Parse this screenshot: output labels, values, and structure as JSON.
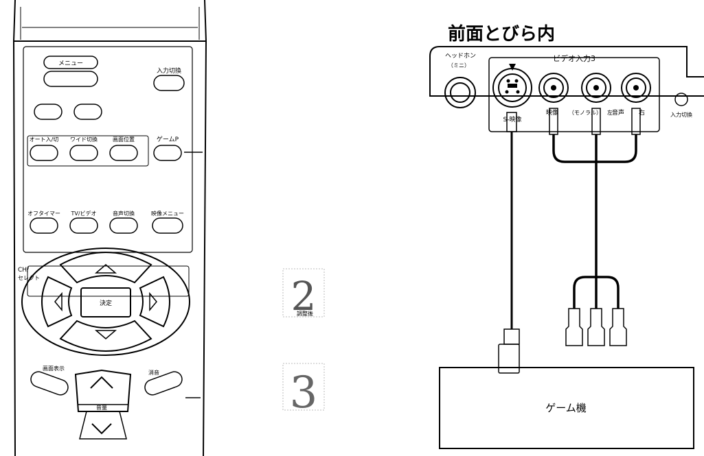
{
  "remote": {
    "menu_label": "メニュー",
    "input_switch_label": "入力切換",
    "auto_input_label": "オート入/切",
    "wide_label": "ワイド切換",
    "screen_position_label": "画面位置",
    "game_p_label": "ゲームP",
    "off_timer_label": "オフタイマー",
    "tv_video_label": "TV/ビデオ",
    "audio_switch_label": "音声切換",
    "picture_menu_label": "映像メニュー",
    "ch_select_label_1": "CH/",
    "ch_select_label_2": "セレクト",
    "enter_label": "決定",
    "display_label": "画面表示",
    "mute_label": "消音",
    "volume_label": "音量"
  },
  "steps": {
    "step2_number": "2",
    "step2_sublabel": "調整後",
    "step3_number": "3"
  },
  "panel": {
    "title": "前面とびら内",
    "headphone_label": "ヘッドホン",
    "headphone_sub": "（ミニ）",
    "video_input_label": "ビデオ入力3",
    "s_video_label": "S-映像",
    "video_label": "映像",
    "mono_label": "（モノラル）",
    "audio_label": "音声",
    "audio_left": "左",
    "audio_right": "右",
    "input_switch_label": "入力切換"
  },
  "game_console": {
    "label": "ゲーム機"
  }
}
